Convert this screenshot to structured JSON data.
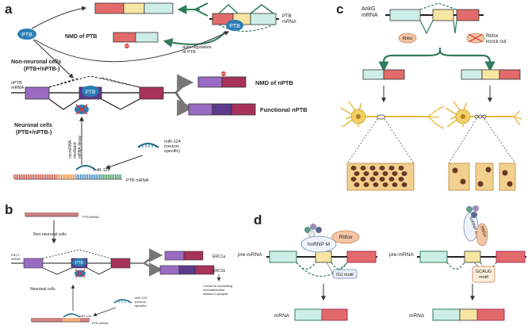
{
  "panels": {
    "a": "a",
    "b": "b",
    "c": "c",
    "d": "d"
  },
  "panel_a": {
    "ptb_label": "PTB",
    "ptb_mrna_label": "PTB\nmRNA",
    "nmd_ptb": "NMD of PTB",
    "autoreg": "auto-regulation\nof PTB",
    "non_neuronal": "Non-neuronal cells\n(PTB+/nPTB-)",
    "nptb_mrna": "nPTB\nmRNA",
    "nmd_nptb": "NMD of nPTB",
    "functional_nptb": "Functional nPTB",
    "neuronal": "Neuronal cells\n(PTB+/nPTB-)",
    "microrna_decay": "microRNA\nmediated\nmRNA decay",
    "mir124": "miR-124",
    "mir124_neuron": "miR-124\n(neuron\nspecific)",
    "ptb_mrna_bottom": "PTB mRNA"
  },
  "panel_b": {
    "ptb_mrna_top": "PTB mRNA",
    "non_neuronal": "Non-neuronal cells",
    "erc1_mrna": "ERC1\nmRNA",
    "ptb_label": "PTB",
    "erc1a": "ERC1a",
    "erc1b": "ERC1b",
    "crucial": "Crucial for modulating\nneurotransmitter\nrelease in synapse",
    "neuronal": "Neuronal cells",
    "mir124_neuron": "miR-124\n(neuron\nspecific)",
    "mir124": "miR-124",
    "ptb_mrna_bottom": "PTB mRNA"
  },
  "panel_c": {
    "ankg": "AnkG\nmRNA",
    "rbfox": "Rbfox",
    "rbfox_ko": "Rbfox\nknock out"
  },
  "panel_d": {
    "premrna_left": "pre-mRNA",
    "premrna_right": "pre-mRNA",
    "hnrnpm": "hnRNP M",
    "rbfox": "Rbfox",
    "gu_motif": "GU motif",
    "hnrnpm_right": "hnRNP M",
    "rbfox_right": "Rbfox",
    "gcaug": "GCAUG\nmotif",
    "mrna_left": "mRNA",
    "mrna_right": "mRNA"
  },
  "colors": {
    "teal": "#cdeee6",
    "yellow": "#f7e6a2",
    "red": "#e26a6a",
    "purple": "#9a6bc2",
    "dark_purple": "#5c3a8c",
    "maroon": "#a7325a",
    "green_arrow": "#2f7d5a",
    "ptb_blue": "#2a7fb5"
  }
}
